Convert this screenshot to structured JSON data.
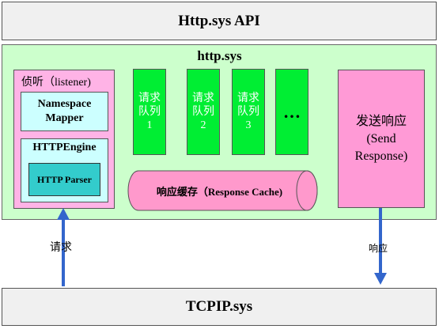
{
  "top_bar": {
    "title": "Http.sys API"
  },
  "main": {
    "title": "http.sys"
  },
  "listener": {
    "title": "侦听（listener)",
    "namespace_mapper": "Namespace Mapper",
    "http_engine": "HTTPEngine",
    "http_parser": "HTTP Parser"
  },
  "queues": [
    {
      "line1": "请求",
      "line2": "队列",
      "line3": "1"
    },
    {
      "line1": "请求",
      "line2": "队列",
      "line3": "2"
    },
    {
      "line1": "请求",
      "line2": "队列",
      "line3": "3"
    },
    {
      "line1": "…",
      "line2": "",
      "line3": ""
    }
  ],
  "response_cache": "响应缓存（Response Cache)",
  "send_response": {
    "line1": "发送响应",
    "line2": "(Send",
    "line3": "Response)"
  },
  "request_label": "请求",
  "response_label": "响应",
  "bottom_bar": {
    "title": "TCPIP.sys"
  },
  "colors": {
    "main_bg": "#ccffcc",
    "listener_bg": "#ffb3e6",
    "queue_bg": "#00ee33",
    "send_bg": "#ff9ad6",
    "cache_bg": "#ff99cc",
    "arrow": "#3366cc"
  }
}
